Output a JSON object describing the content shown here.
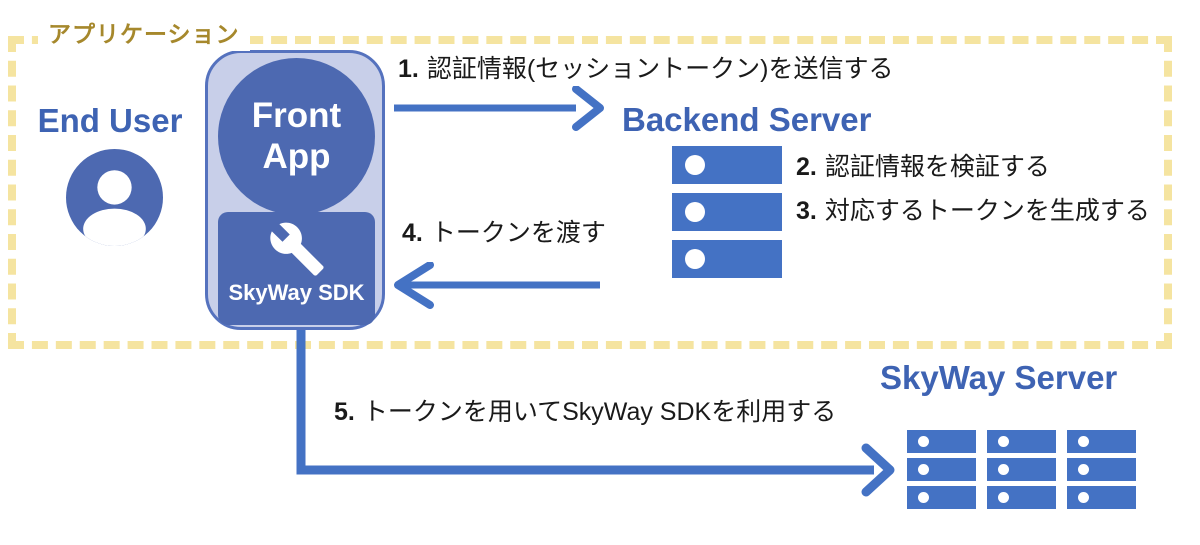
{
  "boundary_label": "アプリケーション",
  "end_user": {
    "label": "End User"
  },
  "front_app": {
    "line1": "Front",
    "line2": "App"
  },
  "skyway_sdk": {
    "label": "SkyWay SDK"
  },
  "backend_server": {
    "title": "Backend Server"
  },
  "skyway_server": {
    "title": "SkyWay Server"
  },
  "steps": [
    {
      "num": "1.",
      "text": "認証情報(セッショントークン)を送信する"
    },
    {
      "num": "2.",
      "text": "認証情報を検証する"
    },
    {
      "num": "3.",
      "text": "対応するトークンを生成する"
    },
    {
      "num": "4.",
      "text": "トークンを渡す"
    },
    {
      "num": "5.",
      "text": "トークンを用いてSkyWay SDKを利用する"
    }
  ],
  "icons": {
    "end_user": "person-icon",
    "skyway_sdk": "wrench-icon",
    "backend_server": "server-stack-icon",
    "skyway_server": "server-grid-icon",
    "arrows": "chevron-arrow"
  },
  "colors": {
    "primary_blue": "#4472C4",
    "node_blue": "#4D69B1",
    "container_fill": "#C8CFE9",
    "container_border": "#5572BE",
    "title_blue": "#3E63B3",
    "boundary_yellow": "#F5E4A0",
    "boundary_label_gold": "#A6882C",
    "text_black": "#1A1A1A"
  }
}
